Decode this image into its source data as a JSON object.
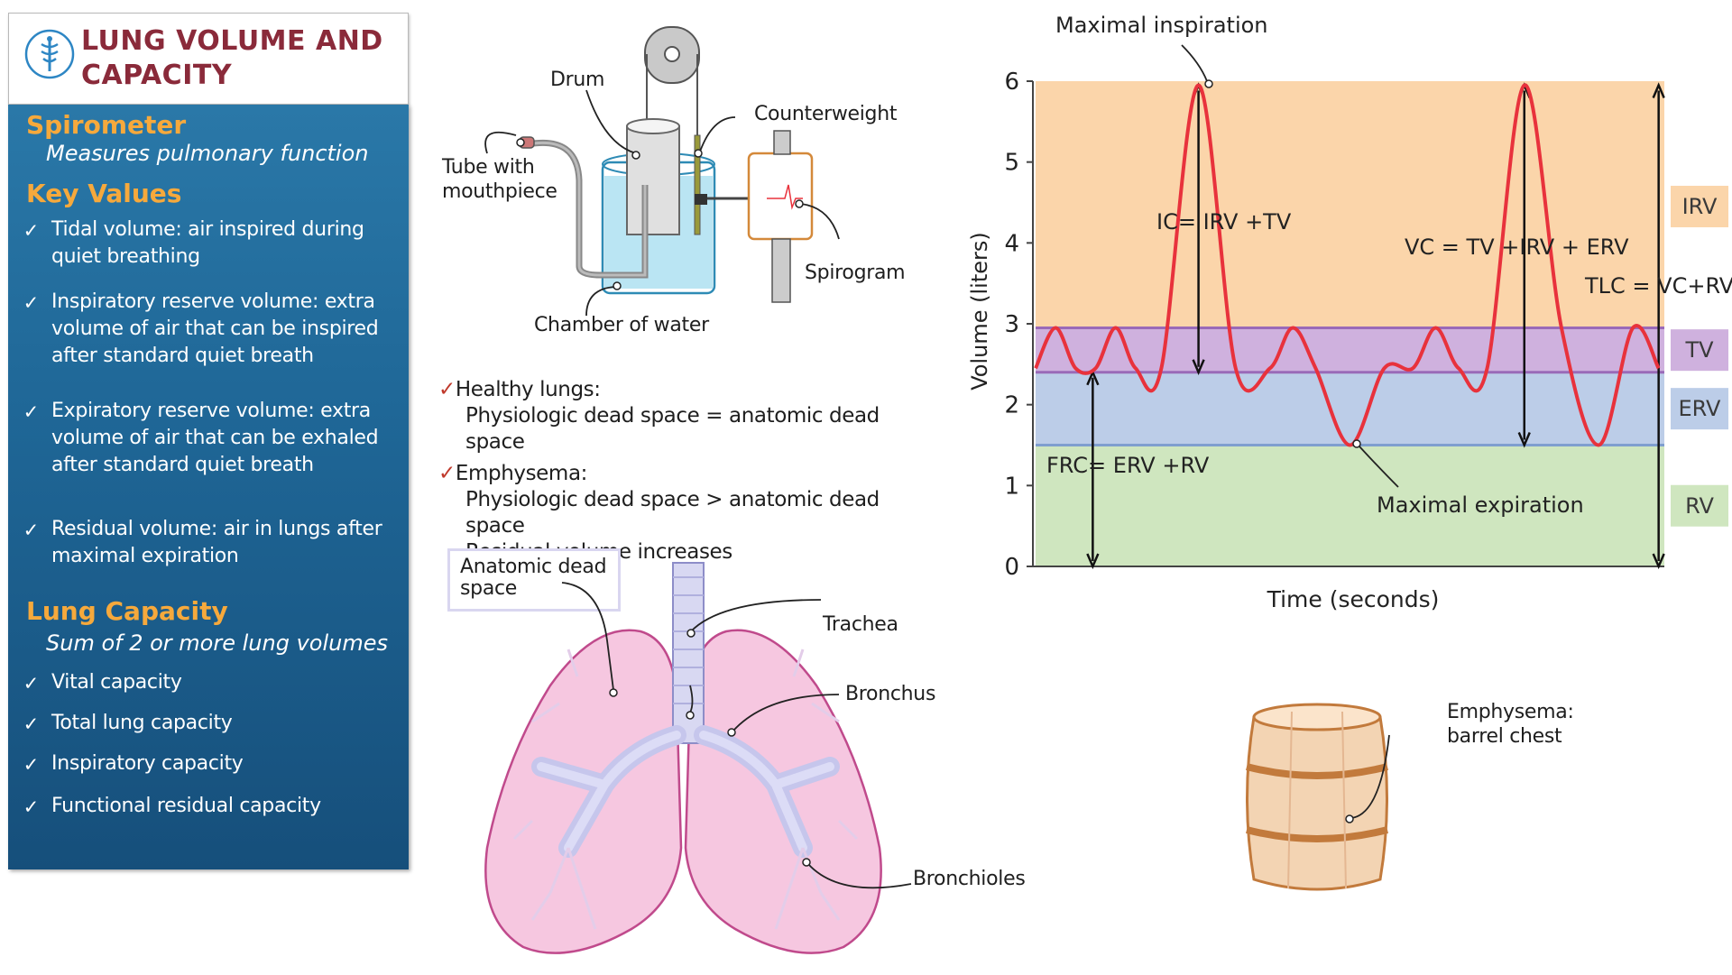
{
  "header": {
    "title_line1": "LUNG VOLUME AND",
    "title_line2": "CAPACITY",
    "logo_icon": "caduceus-icon"
  },
  "sidebar": {
    "spirometer_heading": "Spirometer",
    "spirometer_sub": "Measures pulmonary function",
    "key_values_heading": "Key Values",
    "key_values": [
      "Tidal volume: air inspired during quiet breathing",
      "Inspiratory reserve volume: extra volume of air that can be inspired after standard quiet breath",
      "Expiratory reserve volume: extra volume of air that can be exhaled after standard quiet breath",
      "Residual volume: air in lungs after maximal expiration"
    ],
    "capacity_heading": "Lung Capacity",
    "capacity_sub": "Sum of 2 or more lung volumes",
    "capacities": [
      "Vital capacity",
      "Total lung capacity",
      "Inspiratory capacity",
      "Functional residual capacity"
    ],
    "colors": {
      "heading": "#f6a93c",
      "background": "#1f6797"
    }
  },
  "spirometer": {
    "drum": "Drum",
    "counterweight": "Counterweight",
    "tube_line1": "Tube with",
    "tube_line2": "mouthpiece",
    "spirogram": "Spirogram",
    "chamber": "Chamber of water"
  },
  "notes": {
    "healthy_title": "Healthy lungs:",
    "healthy_text": "Physiologic dead space = anatomic dead space",
    "emphysema_title": "Emphysema:",
    "emphysema_text1": "Physiologic dead space > anatomic dead space",
    "emphysema_text2": "Residual volume increases"
  },
  "lungs": {
    "dead_space_line1": "Anatomic dead",
    "dead_space_line2": "space",
    "trachea": "Trachea",
    "bronchus": "Bronchus",
    "bronchioles": "Bronchioles"
  },
  "barrel": {
    "line1": "Emphysema:",
    "line2": "barrel chest"
  },
  "chart_data": {
    "type": "line",
    "xlabel": "Time (seconds)",
    "ylabel": "Volume (liters)",
    "ylim": [
      0,
      6
    ],
    "yticks": [
      "0",
      "1",
      "2",
      "3",
      "4",
      "5",
      "6"
    ],
    "zones": [
      {
        "name": "RV",
        "from": 0,
        "to": 1.5,
        "color": "#cfe6bf"
      },
      {
        "name": "ERV",
        "from": 1.5,
        "to": 2.4,
        "color": "#bccde8"
      },
      {
        "name": "TV",
        "from": 2.4,
        "to": 2.95,
        "color": "#cfb1de"
      },
      {
        "name": "IRV",
        "from": 2.95,
        "to": 6.0,
        "color": "#fbd5aa"
      }
    ],
    "trace": {
      "color": "#e8323c",
      "points": [
        [
          0.0,
          2.45
        ],
        [
          0.35,
          2.95
        ],
        [
          0.7,
          2.45
        ],
        [
          1.05,
          2.45
        ],
        [
          1.4,
          2.95
        ],
        [
          1.75,
          2.45
        ],
        [
          2.2,
          2.45
        ],
        [
          2.85,
          5.95
        ],
        [
          3.5,
          2.45
        ],
        [
          4.1,
          2.45
        ],
        [
          4.5,
          2.95
        ],
        [
          4.9,
          2.45
        ],
        [
          5.5,
          1.5
        ],
        [
          6.1,
          2.45
        ],
        [
          6.6,
          2.45
        ],
        [
          7.0,
          2.95
        ],
        [
          7.4,
          2.45
        ],
        [
          7.9,
          2.45
        ],
        [
          8.55,
          5.95
        ],
        [
          9.2,
          2.95
        ],
        [
          9.85,
          1.5
        ],
        [
          10.45,
          2.95
        ],
        [
          10.9,
          2.45
        ]
      ]
    },
    "annotations": {
      "max_inspiration": "Maximal inspiration",
      "max_expiration": "Maximal expiration",
      "ic": "IC= IRV +TV",
      "vc": "VC = TV +IRV + ERV",
      "tlc": "TLC = VC+RV",
      "frc": "FRC= ERV +RV"
    },
    "grid": false
  }
}
